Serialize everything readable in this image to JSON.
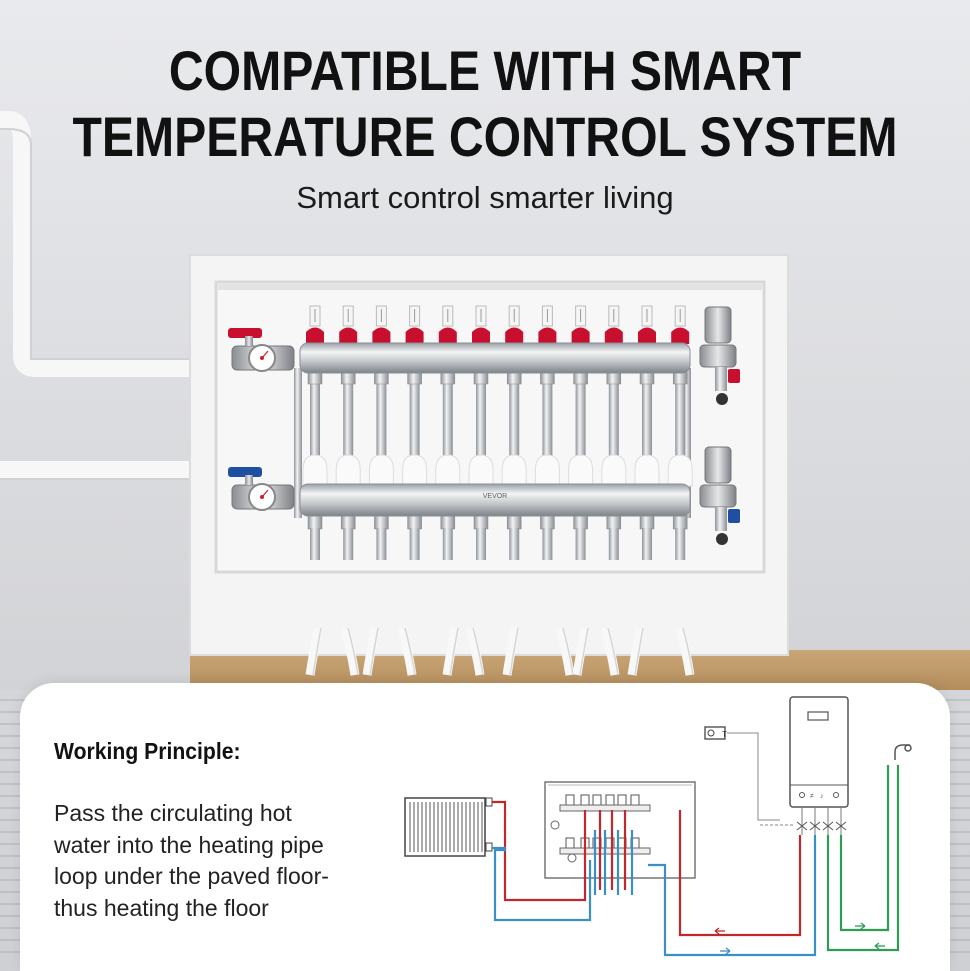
{
  "header": {
    "title_line1": "COMPATIBLE WITH SMART",
    "title_line2": "TEMPERATURE CONTROL SYSTEM",
    "subtitle": "Smart control smarter living"
  },
  "manifold": {
    "brand": "VEVOR",
    "loops": 12,
    "supply_color": "#c8102e",
    "return_color": "#1f4fa0"
  },
  "working_principle": {
    "title": "Working Principle:",
    "lines": [
      "Pass the circulating hot",
      "water into the heating pipe",
      "loop under the paved floor-",
      "thus heating the floor"
    ]
  },
  "diagram": {
    "thermostat_label": "T",
    "hot_color": "#c0282d",
    "cold_color": "#3a8fc4",
    "green_color": "#2e9c54"
  }
}
